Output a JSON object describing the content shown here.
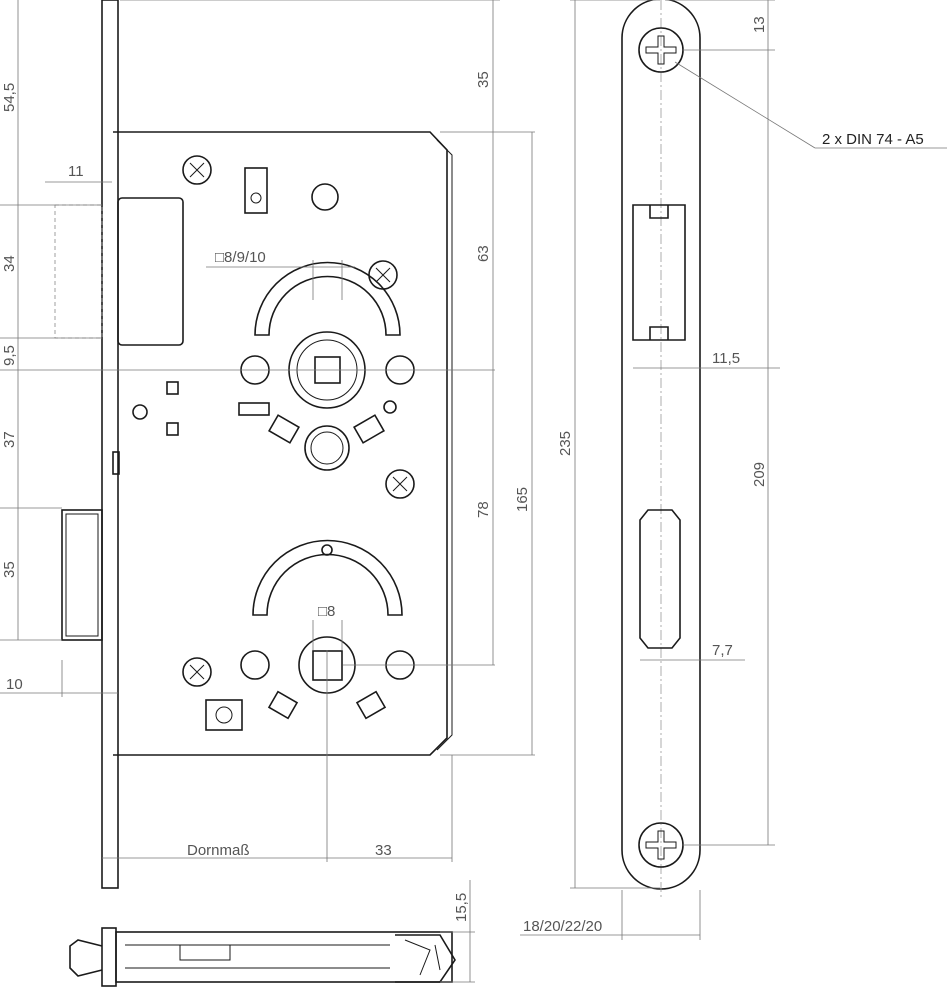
{
  "drawing": {
    "front_view": {
      "dim_54_5": "54,5",
      "dim_11": "11",
      "dim_34": "34",
      "dim_9_5": "9,5",
      "dim_37": "37",
      "dim_35_left": "35",
      "dim_10": "10",
      "dim_35_top": "35",
      "dim_63": "63",
      "dim_78": "78",
      "dim_165": "165",
      "follower_upper": "□8/9/10",
      "follower_lower": "□8",
      "backset_label": "Dornmaß",
      "dim_33": "33"
    },
    "side_view": {
      "dim_235": "235",
      "dim_13": "13",
      "screw_label": "2 x DIN 74 - A5",
      "dim_11_5": "11,5",
      "dim_209": "209",
      "dim_7_7": "7,7",
      "faceplate_width": "18/20/22/20"
    },
    "bottom_view": {
      "dim_15_5": "15,5"
    }
  }
}
